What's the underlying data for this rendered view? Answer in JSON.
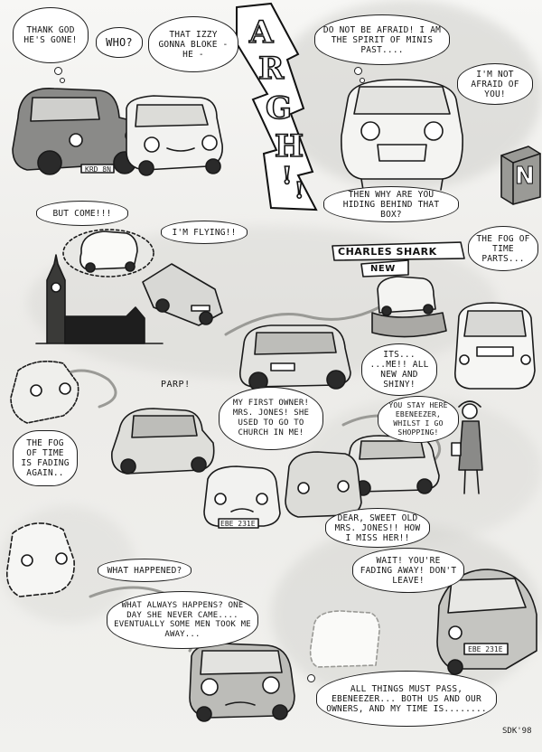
{
  "bubbles": {
    "thank_god": "THANK GOD HE'S GONE!",
    "who": "WHO?",
    "izzy": "THAT IZZY GONNA BLOKE - HE -",
    "spirit": "DO NOT BE AFRAID! I AM THE SPIRIT OF MINIS PAST....",
    "not_afraid": "I'M NOT AFRAID OF YOU!",
    "hiding": "THEN WHY ARE YOU HIDING BEHIND THAT BOX?",
    "but_come": "BUT COME!!!",
    "flying": "I'M FLYING!!",
    "fog_parts": "THE FOG OF TIME PARTS...",
    "its_me": "ITS... ...ME!! ALL NEW AND SHINY!",
    "first_owner": "MY FIRST OWNER! MRS. JONES! SHE USED TO GO TO CHURCH IN ME!",
    "stay_here": "YOU STAY HERE EBENEEZER, WHILST I GO SHOPPING!",
    "fog_fading": "THE FOG OF TIME IS FADING AGAIN..",
    "dear_sweet": "DEAR, SWEET OLD MRS. JONES!! HOW I MISS HER!!",
    "what_happened": "WHAT HAPPENED?",
    "wait": "WAIT! YOU'RE FADING AWAY! DON'T LEAVE!",
    "what_always": "WHAT ALWAYS HAPPENS? ONE DAY SHE NEVER CAME.... EVENTUALLY SOME MEN TOOK ME AWAY...",
    "all_things": "ALL THINGS MUST PASS, EBENEEZER... BOTH US AND OUR OWNERS, AND MY TIME IS........"
  },
  "sfx": {
    "argh": [
      "A",
      "R",
      "G",
      "H",
      "!",
      "!"
    ],
    "parp": "PARP!"
  },
  "signs": {
    "charles_shark": "CHARLES SHARK",
    "new": "NEW",
    "box_letter": "N"
  },
  "plates": {
    "plate1": "KRD 8N",
    "plate2": "EBE 231E",
    "plate3": "EBE 231E"
  },
  "signature": "SDK'98"
}
